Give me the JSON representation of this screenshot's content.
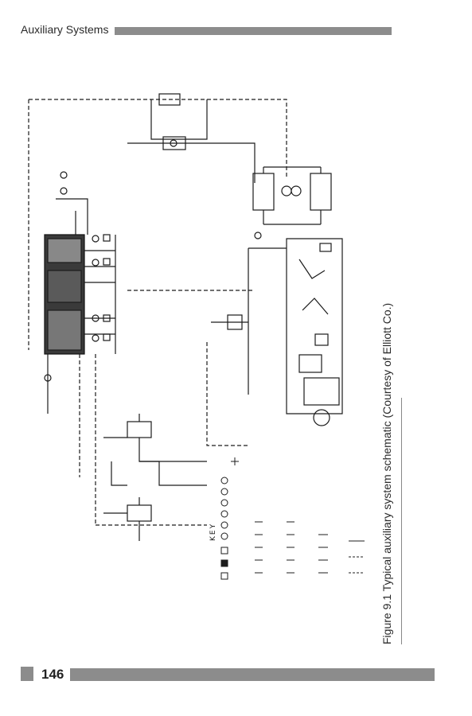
{
  "header": {
    "section_title": "Auxiliary Systems"
  },
  "figure": {
    "caption": "Figure 9.1 Typical auxiliary system schematic (Courtesy of Elliott Co.)",
    "key_title": "KEY"
  },
  "footer": {
    "page_number": "146"
  },
  "colors": {
    "header_bar": "#8c8c8c",
    "line": "#1c1c1c"
  }
}
